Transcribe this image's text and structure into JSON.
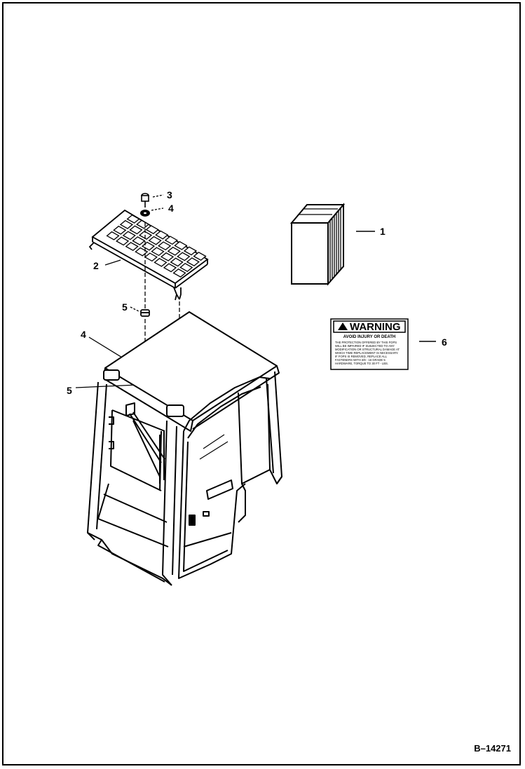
{
  "callouts": {
    "c1": "1",
    "c2": "2",
    "c3": "3",
    "c4_top": "4",
    "c4_mid": "4",
    "c5_top": "5",
    "c5_mid": "5",
    "c6": "6"
  },
  "warning_decal": {
    "title": "WARNING",
    "subtitle": "AVOID INJURY OR DEATH",
    "lines": [
      "THE PROTECTION OFFERED BY THIS FOPS",
      "WILL BE IMPAIRED IF SUBJECTED TO ANY",
      "MODIFICATION OR STRUCTURAL DAMAGE AT",
      "WHICH TIME REPLACEMENT IS NECESSARY.",
      "IF FOPS IS REMOVED, REPLACE ALL",
      "FASTENERS WITH 3/8 - 16 GRADE 5",
      "HARDWARE, TORQUE TO 30 FT - LBS."
    ]
  },
  "figure_number": "B–14271"
}
